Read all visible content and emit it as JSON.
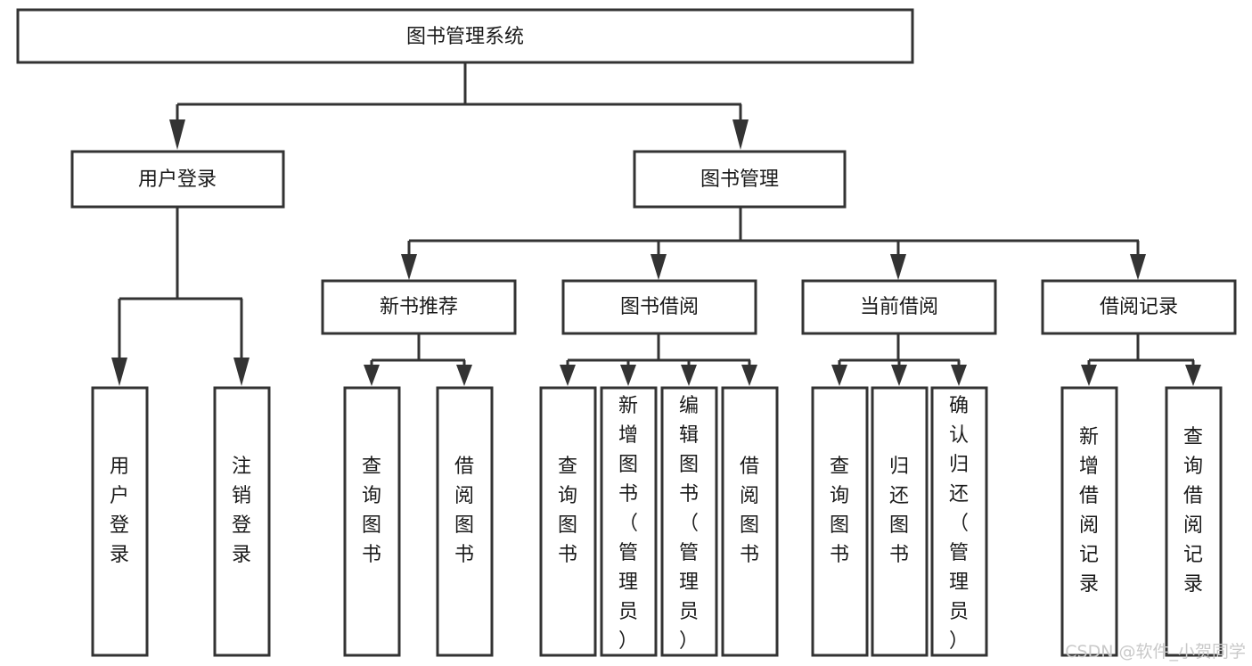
{
  "diagram": {
    "type": "tree-hierarchy-chart",
    "title_node": "图书管理系统",
    "colors": {
      "box_fill": "#ffffff",
      "box_stroke": "#333333",
      "text": "#1a1a1a",
      "background": "#ffffff",
      "watermark": "#c9c9c9"
    },
    "nodes": {
      "root": {
        "label": "图书管理系统",
        "orientation": "horizontal"
      },
      "level2": [
        {
          "label": "用户登录",
          "orientation": "horizontal"
        },
        {
          "label": "图书管理",
          "orientation": "horizontal"
        }
      ],
      "level3": [
        {
          "label": "新书推荐",
          "orientation": "horizontal"
        },
        {
          "label": "图书借阅",
          "orientation": "horizontal"
        },
        {
          "label": "当前借阅",
          "orientation": "horizontal"
        },
        {
          "label": "借阅记录",
          "orientation": "horizontal"
        }
      ],
      "leaves": {
        "user_login": [
          {
            "label": "用户登录",
            "orientation": "vertical"
          },
          {
            "label": "注销登录",
            "orientation": "vertical"
          }
        ],
        "new_book_recommend": [
          {
            "label": "查询图书",
            "orientation": "vertical"
          },
          {
            "label": "借阅图书",
            "orientation": "vertical"
          }
        ],
        "book_borrow": [
          {
            "label": "查询图书",
            "orientation": "vertical"
          },
          {
            "label": "新增图书（管理员）",
            "orientation": "vertical"
          },
          {
            "label": "编辑图书（管理员）",
            "orientation": "vertical"
          },
          {
            "label": "借阅图书",
            "orientation": "vertical"
          }
        ],
        "current_borrow": [
          {
            "label": "查询图书",
            "orientation": "vertical"
          },
          {
            "label": "归还图书",
            "orientation": "vertical"
          },
          {
            "label": "确认归还（管理员）",
            "orientation": "vertical"
          }
        ],
        "borrow_record": [
          {
            "label": "新增借阅记录",
            "orientation": "vertical"
          },
          {
            "label": "查询借阅记录",
            "orientation": "vertical"
          }
        ]
      }
    }
  },
  "watermark": {
    "label": "CSDN @软件_小贺同学"
  }
}
